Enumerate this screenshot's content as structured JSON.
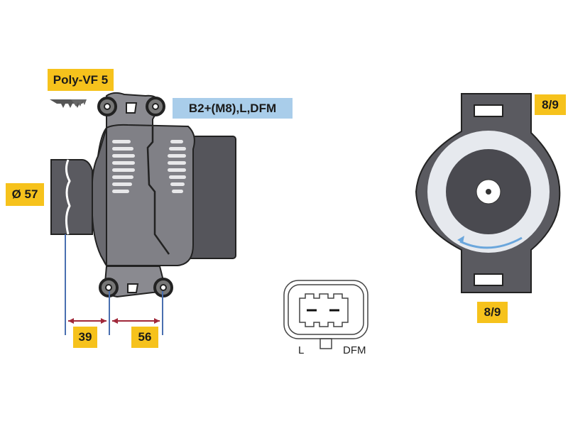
{
  "labels": {
    "belt_type": "Poly-VF 5",
    "terminals": "B2+(M8),L,DFM",
    "pulley_diameter": "Ø 57",
    "dim_pulley_to_mount": "39",
    "dim_mount_spacing": "56",
    "connector_pin_l": "L",
    "connector_pin_dfm": "DFM",
    "clock_position_top": "8/9",
    "clock_position_bottom": "8/9"
  },
  "colors": {
    "label_yellow": "#f6c21c",
    "label_blue": "#a9cdea",
    "body_gray": "#808086",
    "dark_gray": "#4a4a50",
    "dimension_red": "#a0283a",
    "dimension_blue": "#4a6fb0",
    "rotation_arrow": "#6aa6dc"
  }
}
